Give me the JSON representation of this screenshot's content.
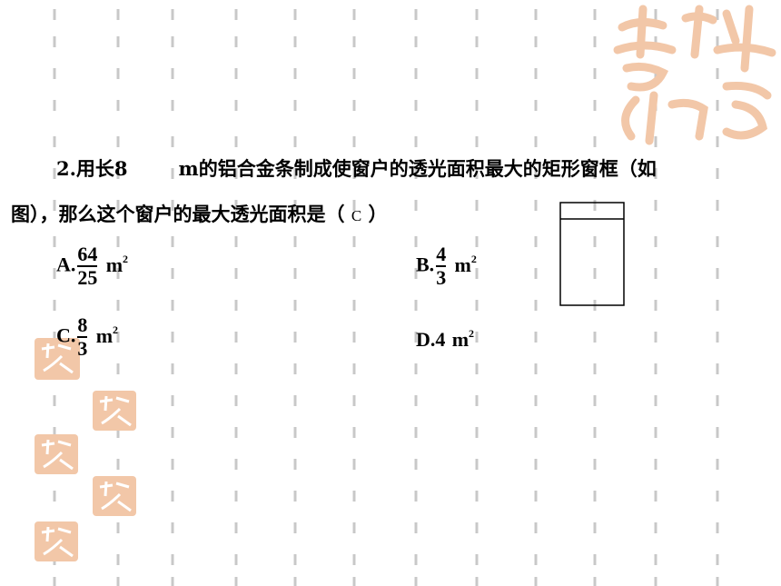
{
  "question": {
    "line1_prefix": "2.用长8",
    "line1_rest": "m的铝合金条制成使窗户的透光面积最大的矩形窗框（如",
    "line2_text": "图），那么这个窗户的最大透光面积是（",
    "answer": "C",
    "line2_close": "）"
  },
  "options": {
    "a": {
      "label": "A.",
      "numerator": "64",
      "denominator": "25",
      "unit": "m",
      "exp": "2"
    },
    "b": {
      "label": "B.",
      "numerator": "4",
      "denominator": "3",
      "unit": "m",
      "exp": "2"
    },
    "c": {
      "label": "C.",
      "numerator": "8",
      "denominator": "3",
      "unit": "m",
      "exp": "2"
    },
    "d": {
      "label": "D.",
      "value": "4",
      "unit": "m",
      "exp": "2"
    }
  },
  "colors": {
    "dash": "#c8c8c8",
    "stamp": "#f2c7a8",
    "stamp_text": "#ffffff"
  },
  "icons": {
    "logo": "seal-calligraphy-logo"
  }
}
